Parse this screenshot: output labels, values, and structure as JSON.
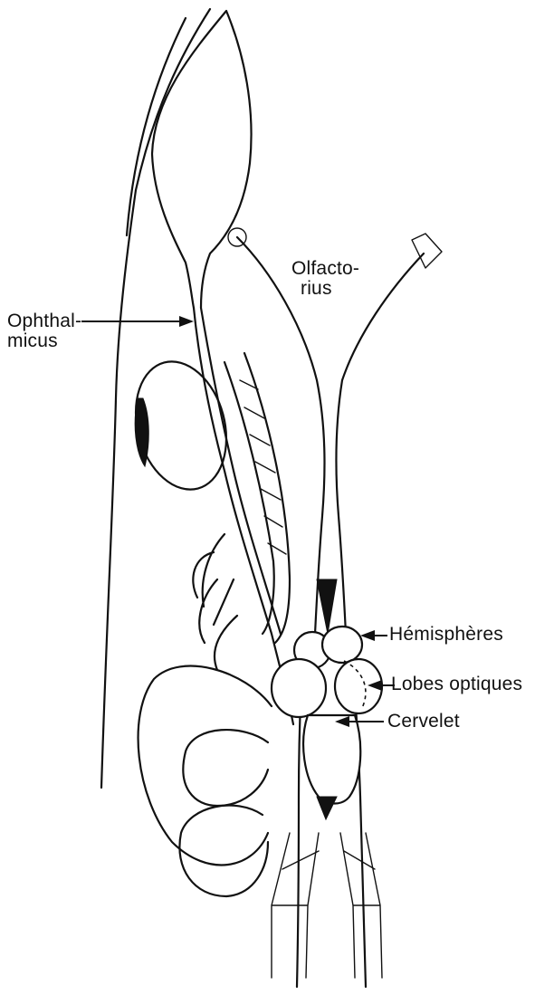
{
  "labels": {
    "ophthalmicus": {
      "line1": "Ophthal-",
      "line2": "micus"
    },
    "olfactorius": {
      "line1": "Olfacto-",
      "line2": "rius"
    },
    "hemispheres": "Hémisphères",
    "lobes_optiques": "Lobes optiques",
    "cervelet": "Cervelet"
  }
}
